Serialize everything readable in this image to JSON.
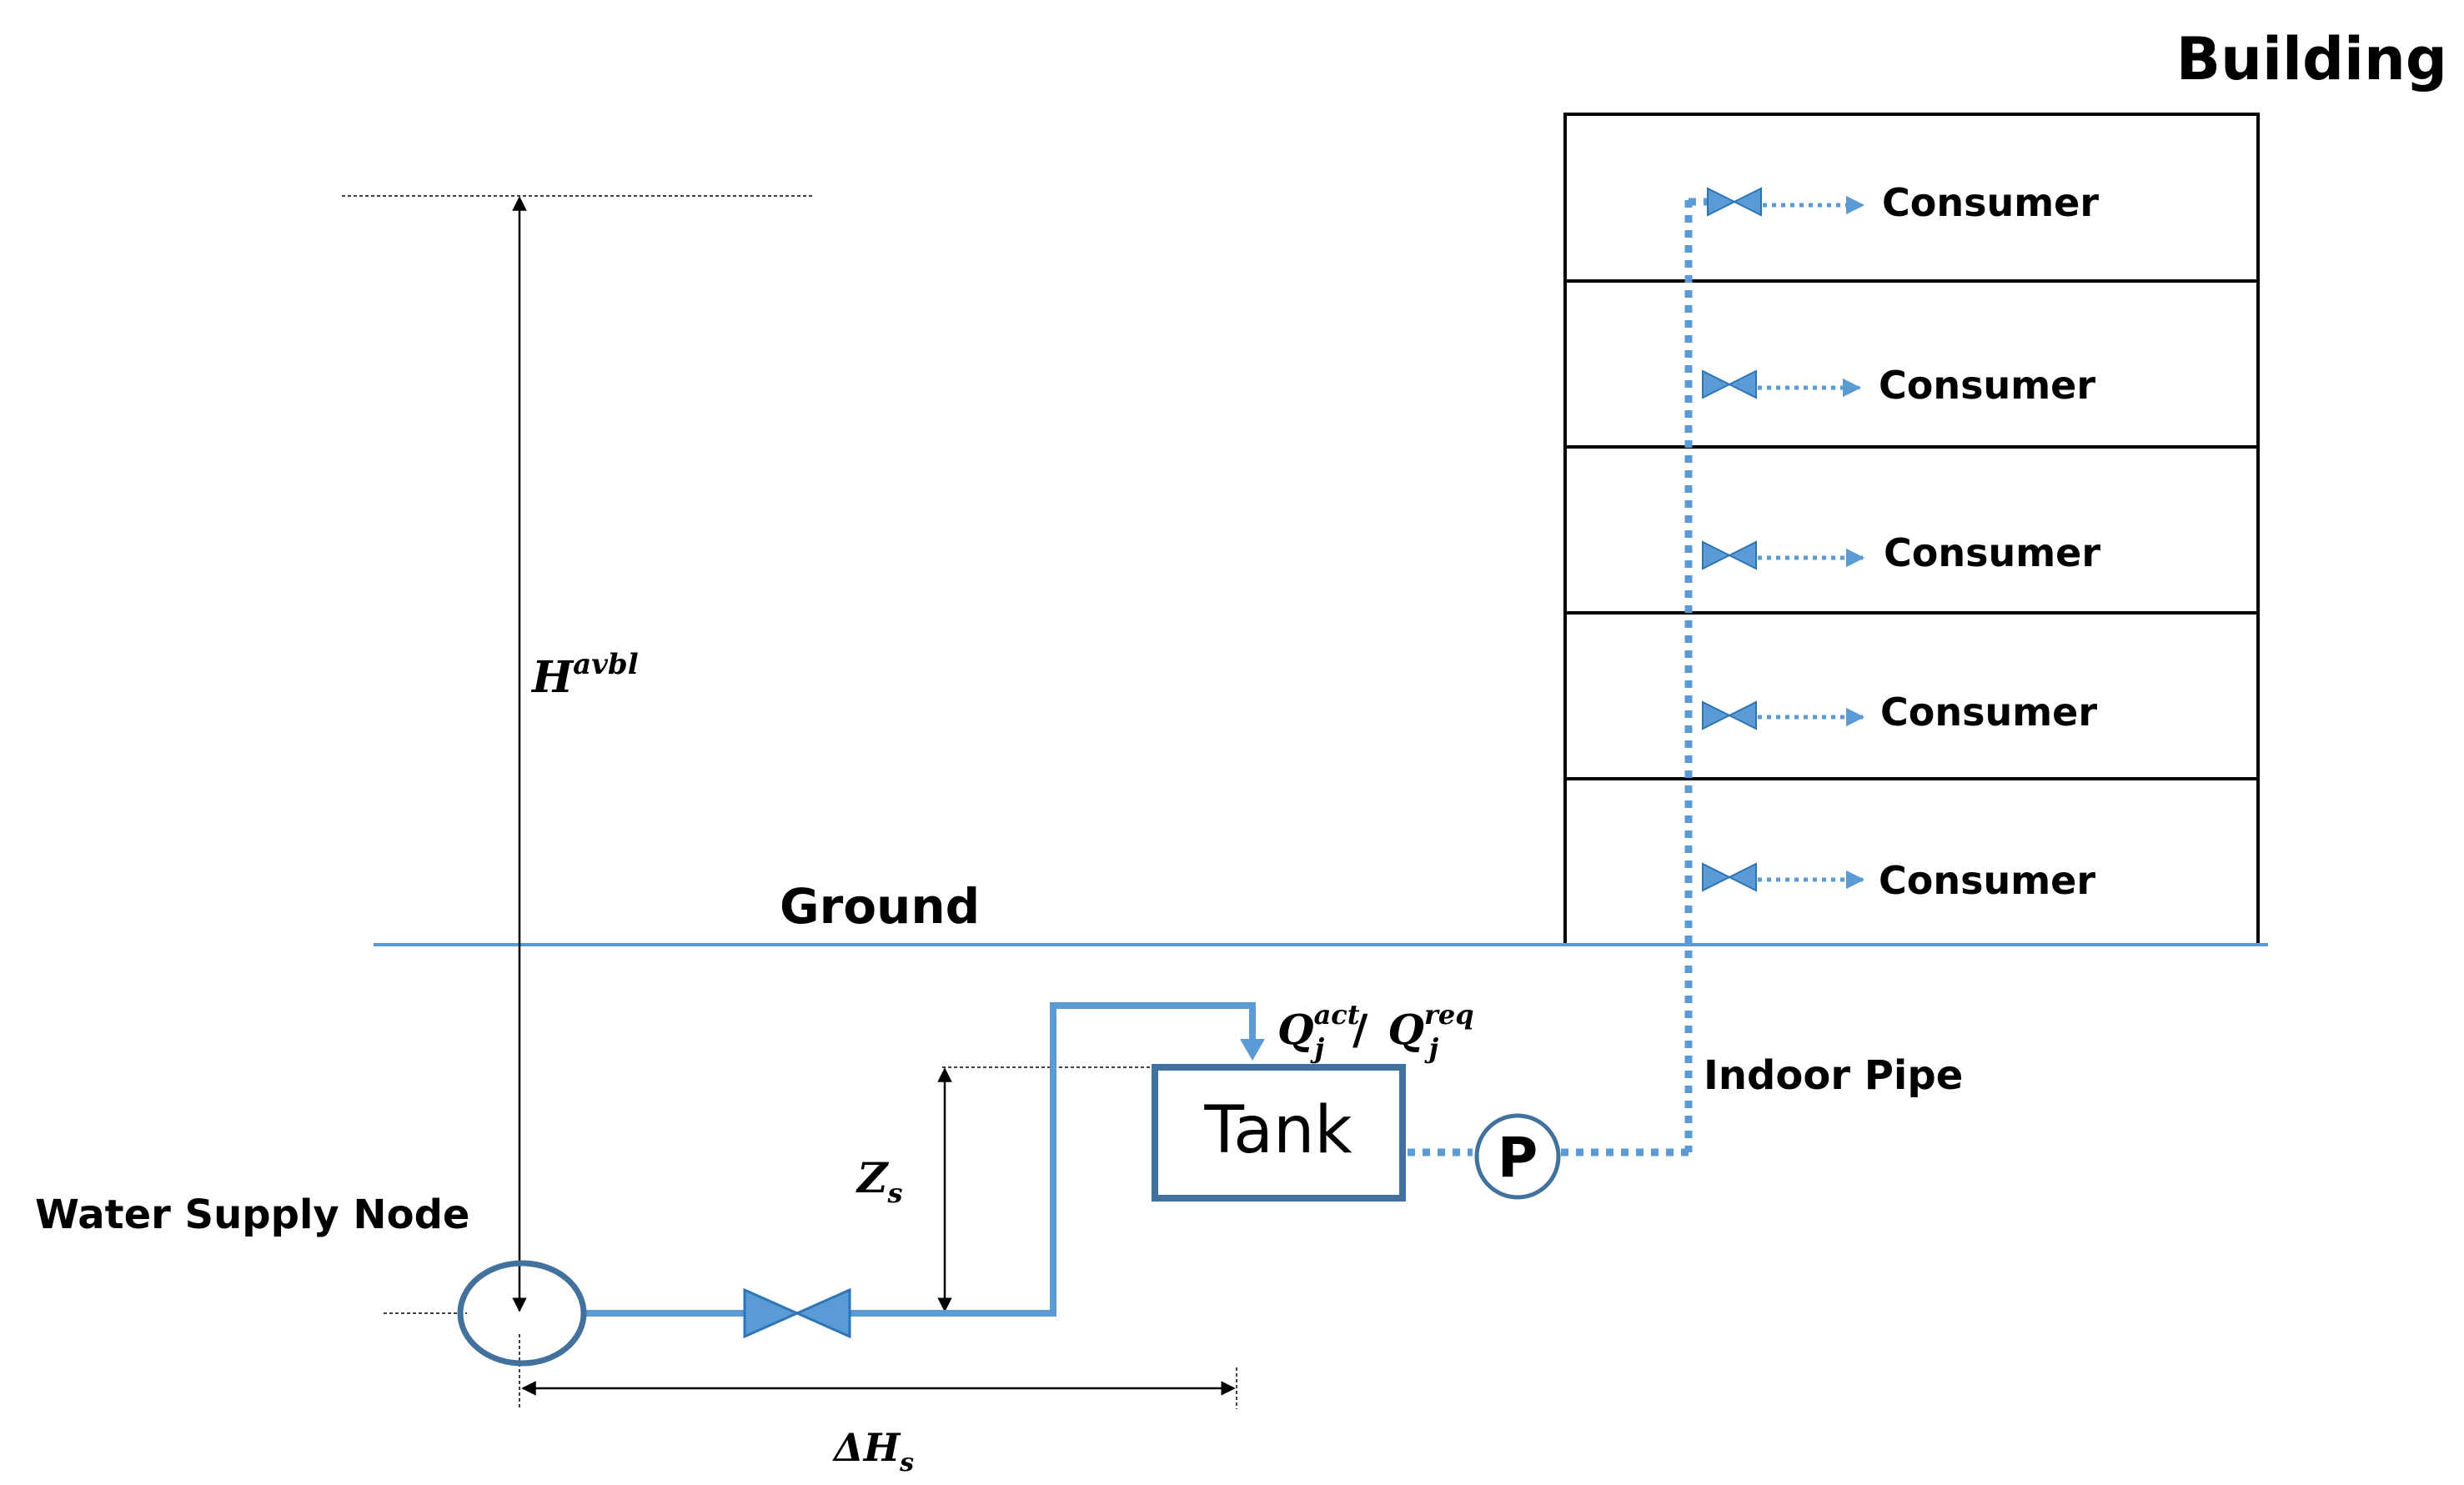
{
  "labels": {
    "building": "Building",
    "ground": "Ground",
    "water_supply_node": "Water Supply Node",
    "tank": "Tank",
    "indoor_pipe": "Indoor Pipe",
    "pump_symbol": "P"
  },
  "math": {
    "h_avbl_base": "H",
    "h_avbl_sup": "avbl",
    "z_s_base": "Z",
    "z_s_sub": "s",
    "delta_h_s_base": "ΔH",
    "delta_h_s_sub": "s",
    "q_act_base": "Q",
    "q_act_sup": "act",
    "q_act_sub": "j",
    "q_slash": "/",
    "q_req_base": "Q",
    "q_req_sup": "req",
    "q_req_sub": "j"
  },
  "floors": [
    {
      "consumer_label": "Consumer"
    },
    {
      "consumer_label": "Consumer"
    },
    {
      "consumer_label": "Consumer"
    },
    {
      "consumer_label": "Consumer"
    },
    {
      "consumer_label": "Consumer"
    }
  ],
  "colors": {
    "pipe": "#5b9bd5",
    "indoor_pipe": "#5b9bd5",
    "ground_line": "#5b9bd5",
    "tank_border": "#41719c",
    "node_circle": "#41719c",
    "valve_fill": "#5b9bd5",
    "valve_stroke": "#2e75b6",
    "building_border": "#000000",
    "text": "#000000"
  },
  "icons": {
    "supply_node": "circle-node-icon",
    "main_valve": "gate-valve-icon",
    "floor_valve": "gate-valve-icon",
    "pump": "pump-icon"
  }
}
